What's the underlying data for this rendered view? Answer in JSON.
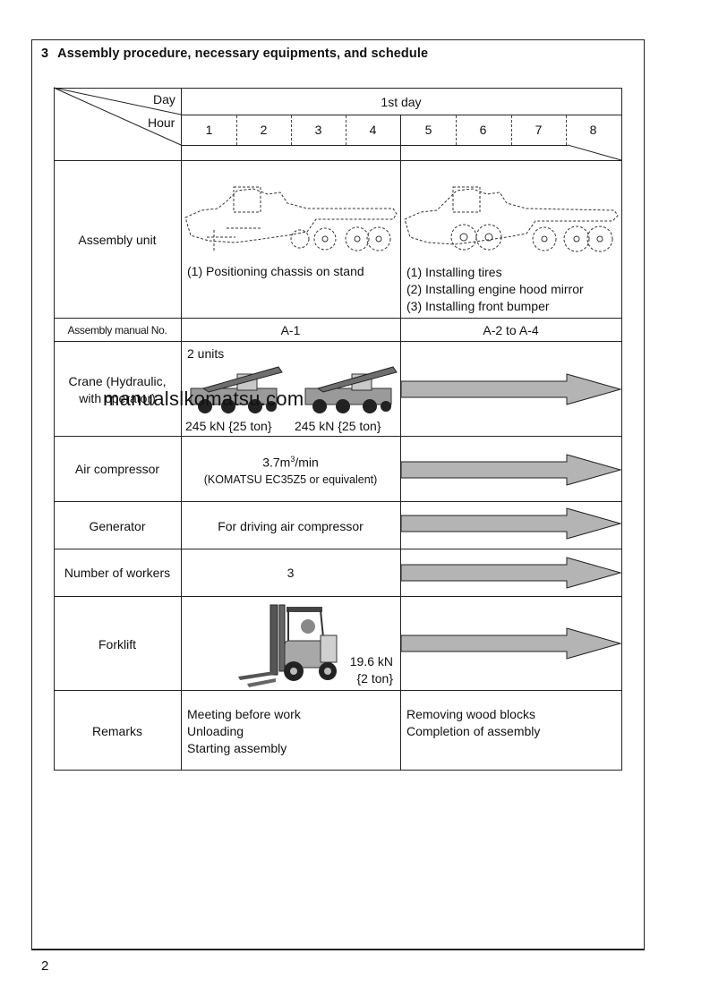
{
  "section": {
    "number": "3",
    "title": "Assembly procedure, necessary equipments, and schedule"
  },
  "header": {
    "day_label": "Day",
    "hour_label": "Hour",
    "day_value": "1st day",
    "hours": [
      "1",
      "2",
      "3",
      "4",
      "5",
      "6",
      "7",
      "8"
    ]
  },
  "rows": {
    "assembly_unit": {
      "label": "Assembly unit",
      "left_items": [
        "(1) Positioning chassis on stand"
      ],
      "right_items": [
        "(1) Installing tires",
        "(2) Installing engine hood mirror",
        "(3) Installing front bumper"
      ]
    },
    "manual": {
      "label": "Assembly manual No.",
      "left": "A-1",
      "right": "A-2 to A-4"
    },
    "crane": {
      "label_line1": "Crane (Hydraulic,",
      "label_line2": "with operator)",
      "units": "2 units",
      "capacity_1": "245 kN {25 ton}",
      "capacity_2": "245 kN {25 ton}"
    },
    "air_compressor": {
      "label": "Air compressor",
      "spec_main": "3.7m",
      "spec_sup": "3",
      "spec_unit": "/min",
      "spec_note": "(KOMATSU EC35Z5 or equivalent)"
    },
    "generator": {
      "label": "Generator",
      "value": "For driving air compressor"
    },
    "workers": {
      "label": "Number of workers",
      "value": "3"
    },
    "forklift": {
      "label": "Forklift",
      "capacity_line1": "19.6 kN",
      "capacity_line2": "{2 ton}"
    },
    "remarks": {
      "label": "Remarks",
      "left": [
        "Meeting before work",
        "Unloading",
        "Starting assembly"
      ],
      "right": [
        "Removing wood blocks",
        "Completion of assembly"
      ]
    }
  },
  "watermark": "manualslkomatsu.com",
  "page_number": "2"
}
